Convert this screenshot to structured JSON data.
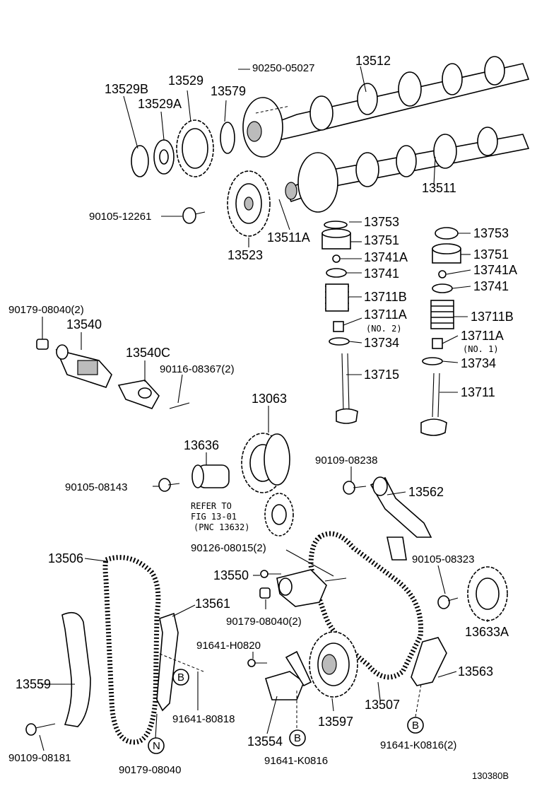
{
  "labels": {
    "p13512": "13512",
    "p90250_05027": "90250-05027",
    "p13529B": "13529B",
    "p13529": "13529",
    "p13529A": "13529A",
    "p13579": "13579",
    "p13511": "13511",
    "p90105_12261": "90105-12261",
    "p13523": "13523",
    "p13511A": "13511A",
    "l13753": "13753",
    "l13751": "13751",
    "l13741A": "13741A",
    "l13741": "13741",
    "l13711B": "13711B",
    "l13711A": "13711A",
    "l13711A_no": "(NO. 2)",
    "l13734": "13734",
    "l13715": "13715",
    "r13753": "13753",
    "r13751": "13751",
    "r13741A": "13741A",
    "r13741": "13741",
    "r13711B": "13711B",
    "r13711A": "13711A",
    "r13711A_no": "(NO. 1)",
    "r13734": "13734",
    "r13711": "13711",
    "p90179_08040_2_top": "90179-08040(2)",
    "p13540": "13540",
    "p13540C": "13540C",
    "p90116_08367": "90116-08367(2)",
    "p13063": "13063",
    "p13636": "13636",
    "p90105_08143": "90105-08143",
    "refer1": "REFER TO",
    "refer2": "FIG 13-01",
    "refer3": "(PNC 13632)",
    "p90109_08238": "90109-08238",
    "p13562": "13562",
    "p13506": "13506",
    "p90126_08015": "90126-08015(2)",
    "p13550": "13550",
    "p90105_08323": "90105-08323",
    "p13561": "13561",
    "p90179_08040_2_mid": "90179-08040(2)",
    "p13633A": "13633A",
    "p91641_H0820": "91641-H0820",
    "p13559": "13559",
    "p91641_80818": "91641-80818",
    "p13563": "13563",
    "p13507": "13507",
    "p13597": "13597",
    "p13554": "13554",
    "p90109_08181": "90109-08181",
    "p90179_08040": "90179-08040",
    "p91641_K0816": "91641-K0816",
    "p91641_K0816_2": "91641-K0816(2)",
    "markB1": "B",
    "markB2": "B",
    "markB3": "B",
    "markN": "N",
    "figno": "130380B"
  }
}
